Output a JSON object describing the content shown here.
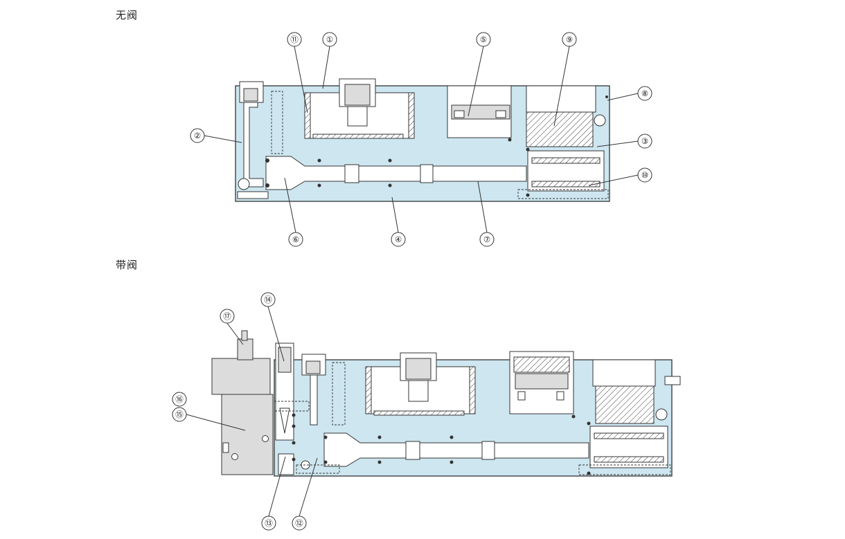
{
  "sections": {
    "no_valve": {
      "title": "无阀"
    },
    "with_valve": {
      "title": "带阀"
    }
  },
  "colors": {
    "body_fill": "#cde6f0",
    "outline": "#333333",
    "cavity": "#ffffff",
    "hatch": "#333333"
  },
  "callouts_top": [
    "⑪",
    "①",
    "⑤",
    "⑨",
    "⑧",
    "②",
    "③",
    "⑩",
    "⑥",
    "④",
    "⑦"
  ],
  "callouts_bottom": [
    "⑭",
    "⑰",
    "⑯",
    "⑮",
    "⑬",
    "⑫"
  ]
}
